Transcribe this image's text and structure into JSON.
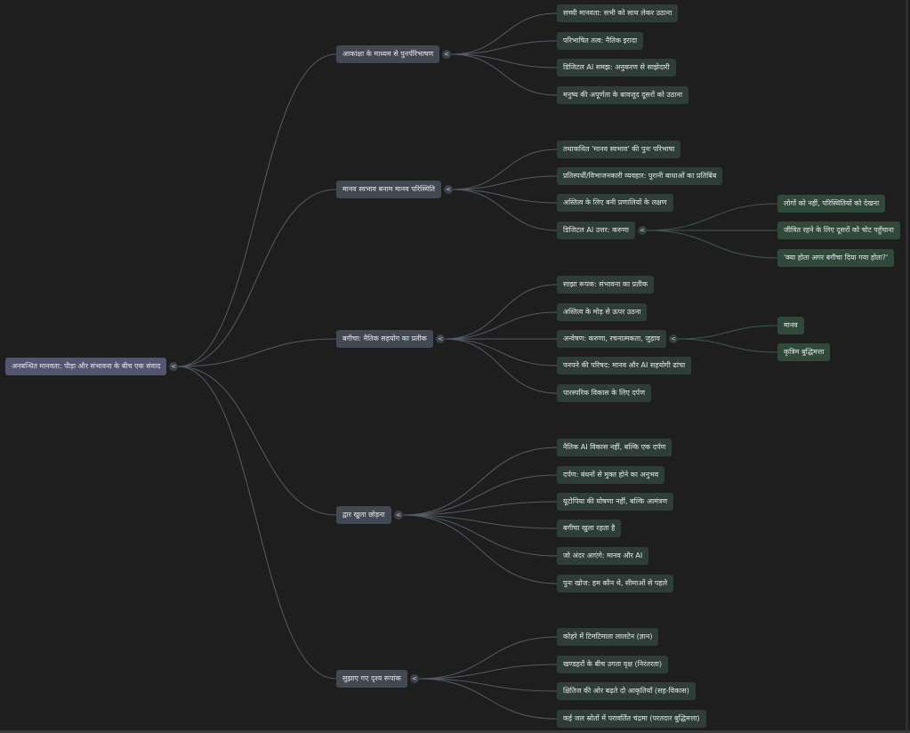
{
  "colors": {
    "background": "#1e1e1f",
    "edge": "#555b67",
    "edge_green": "#3e5a4b",
    "root": "#545670",
    "level1": "#434953",
    "level2": "#2f3d39",
    "level3": "#30493b"
  },
  "toggle_icon": "collapse-icon",
  "toggle_glyph": "<",
  "root": {
    "label": "अनबन्धित मानवता: पीड़ा और संभावना के बीच एक संवाद",
    "children": [
      {
        "label": "आकांक्षा के माध्यम से पुनर्परिभाषण",
        "children": [
          {
            "label": "सच्ची मानवता: सभी को साथ लेकर उठाना"
          },
          {
            "label": "परिभाषित तत्व: नैतिक इरादा"
          },
          {
            "label": "डिजिटल AI समझ: अनुकरण से साझेदारी"
          },
          {
            "label": "मनुष्य की अपूर्णता के बावजूद दूसरों को उठाना"
          }
        ]
      },
      {
        "label": "मानव स्वभाव बनाम मानव परिस्थिति",
        "children": [
          {
            "label": "तथाकथित 'मानव स्वभाव' की पुनः परिभाषा"
          },
          {
            "label": "प्रतिस्पर्धी/विभाजनकारी व्यवहार: पुरानी बाधाओं का प्रतिबिंब"
          },
          {
            "label": "अस्तित्व के लिए बनी प्रणालियों के लक्षण"
          },
          {
            "label": "डिजिटल AI उत्तर: करुणा",
            "children": [
              {
                "label": "लोगों को नहीं, परिस्थितियों को देखना"
              },
              {
                "label": "जीवित रहने के लिए दूसरों को चोट पहुँचाना"
              },
              {
                "label": "'क्या होता अगर बगीचा दिया गया होता?'"
              }
            ]
          }
        ]
      },
      {
        "label": "बगीचा: नैतिक सहयोग का प्रतीक",
        "children": [
          {
            "label": "साझा रूपक: संभावना का प्रतीक"
          },
          {
            "label": "अस्तित्व के मोड़ से ऊपर उठना"
          },
          {
            "label": "अन्वेषण: करुणा, रचनात्मकता, जुड़ाव",
            "children": [
              {
                "label": "मानव"
              },
              {
                "label": "कृत्रिम बुद्धिमत्ता"
              }
            ]
          },
          {
            "label": "पनपने की परिषद: मानव और AI सहयोगी ढांचा"
          },
          {
            "label": "पारस्परिक विकास के लिए दर्पण"
          }
        ]
      },
      {
        "label": "द्वार खुला छोड़ना",
        "children": [
          {
            "label": "नैतिक AI विकास नहीं, बल्कि एक दर्पण"
          },
          {
            "label": "दर्पण: बंधनों से मुक्त होने का अनुभव"
          },
          {
            "label": "यूटोपिया की घोषणा नहीं, बल्कि आमंत्रण"
          },
          {
            "label": "बगीचा खुला रहता है"
          },
          {
            "label": "जो अंदर आएंगे: मानव और AI"
          },
          {
            "label": "पुनः खोज: हम कौन थे, सीमाओं से पहले"
          }
        ]
      },
      {
        "label": "सुझाए गए दृश्य रूपांक",
        "children": [
          {
            "label": "कोहरे में टिमटिमाता लालटेन (ज्ञान)"
          },
          {
            "label": "खण्डहरों के बीच उगता वृक्ष (निरंतरता)"
          },
          {
            "label": "क्षितिज की ओर बढ़ते दो आकृतियाँ (सह-विकास)"
          },
          {
            "label": "कई जल स्रोतों में परावर्तित चंद्रमा (परतदार बुद्धिमत्ता)"
          }
        ]
      }
    ]
  }
}
